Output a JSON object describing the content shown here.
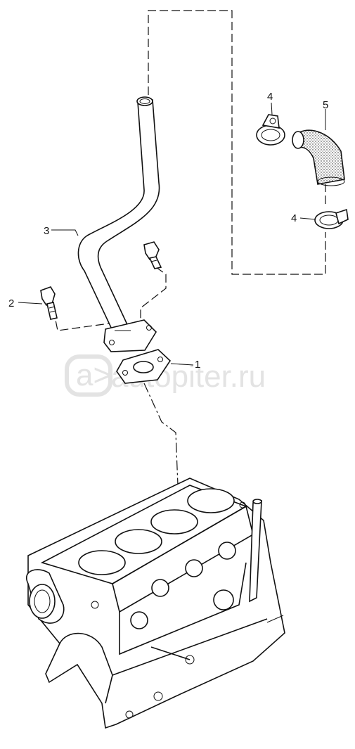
{
  "diagram": {
    "callouts": [
      {
        "id": "c1",
        "label": "1"
      },
      {
        "id": "c2",
        "label": "2"
      },
      {
        "id": "c3",
        "label": "3"
      },
      {
        "id": "c4a",
        "label": "4"
      },
      {
        "id": "c4b",
        "label": "4"
      },
      {
        "id": "c5",
        "label": "5"
      }
    ],
    "watermark": "autopiter.ru"
  }
}
